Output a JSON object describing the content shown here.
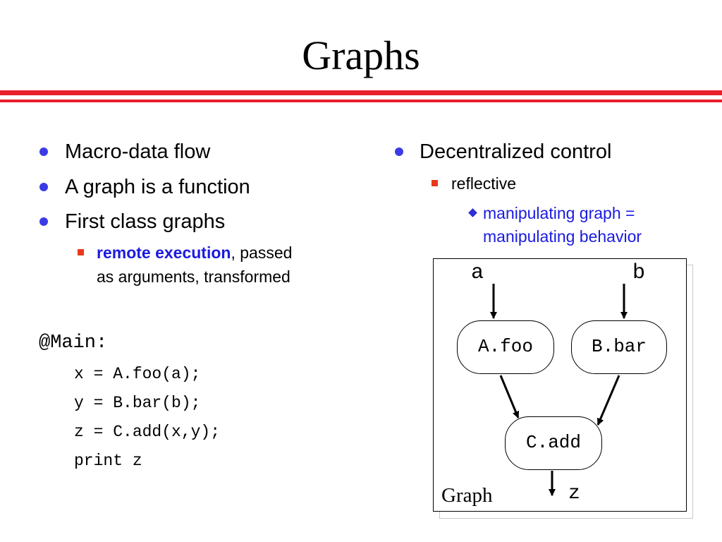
{
  "slide": {
    "title": "Graphs",
    "left": {
      "bullets": [
        "Macro-data flow",
        "A graph is a function",
        "First class graphs"
      ],
      "sub": {
        "highlight": "remote execution",
        "rest_line1": ", passed",
        "rest_line2": "as arguments, transformed"
      },
      "code": {
        "header": "@Main:",
        "lines": [
          "x = A.foo(a);",
          "y = B.bar(b);",
          "z = C.add(x,y);",
          "print z"
        ]
      }
    },
    "right": {
      "bullet": "Decentralized control",
      "sub": "reflective",
      "subsub_line1": "manipulating graph =",
      "subsub_line2": "manipulating behavior"
    },
    "graph": {
      "input_a": "a",
      "input_b": "b",
      "node_foo": "A.foo",
      "node_bar": "B.bar",
      "node_add": "C.add",
      "output": "z",
      "caption": "Graph"
    }
  }
}
